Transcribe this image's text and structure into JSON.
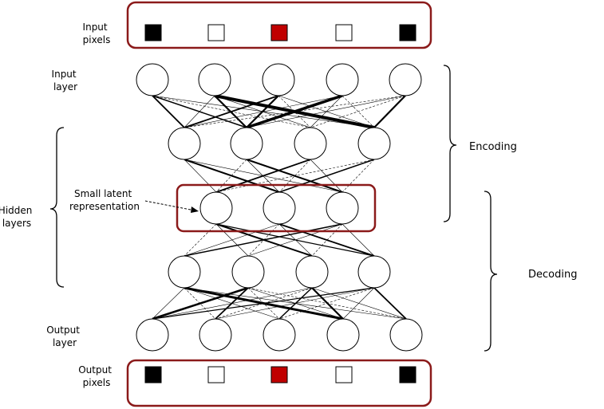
{
  "labels": {
    "input_pixels": [
      "Input",
      "pixels"
    ],
    "input_layer": [
      "Input",
      "layer"
    ],
    "hidden_layers": [
      "Hidden",
      "layers"
    ],
    "small_latent": [
      "Small latent",
      "representation"
    ],
    "output_layer": [
      "Output",
      "layer"
    ],
    "output_pixels": [
      "Output",
      "pixels"
    ],
    "encoding": "Encoding",
    "decoding": "Decoding"
  },
  "pixels": {
    "input": [
      "black",
      "white",
      "red",
      "white",
      "black"
    ],
    "output": [
      "black",
      "white",
      "red",
      "white",
      "black"
    ]
  },
  "colors": {
    "frame": "#8b1a1a",
    "pixel_red": "#c00000",
    "pixel_black": "#000000",
    "pixel_white": "#ffffff"
  },
  "network": {
    "layer_sizes": [
      5,
      4,
      3,
      4,
      5
    ]
  }
}
